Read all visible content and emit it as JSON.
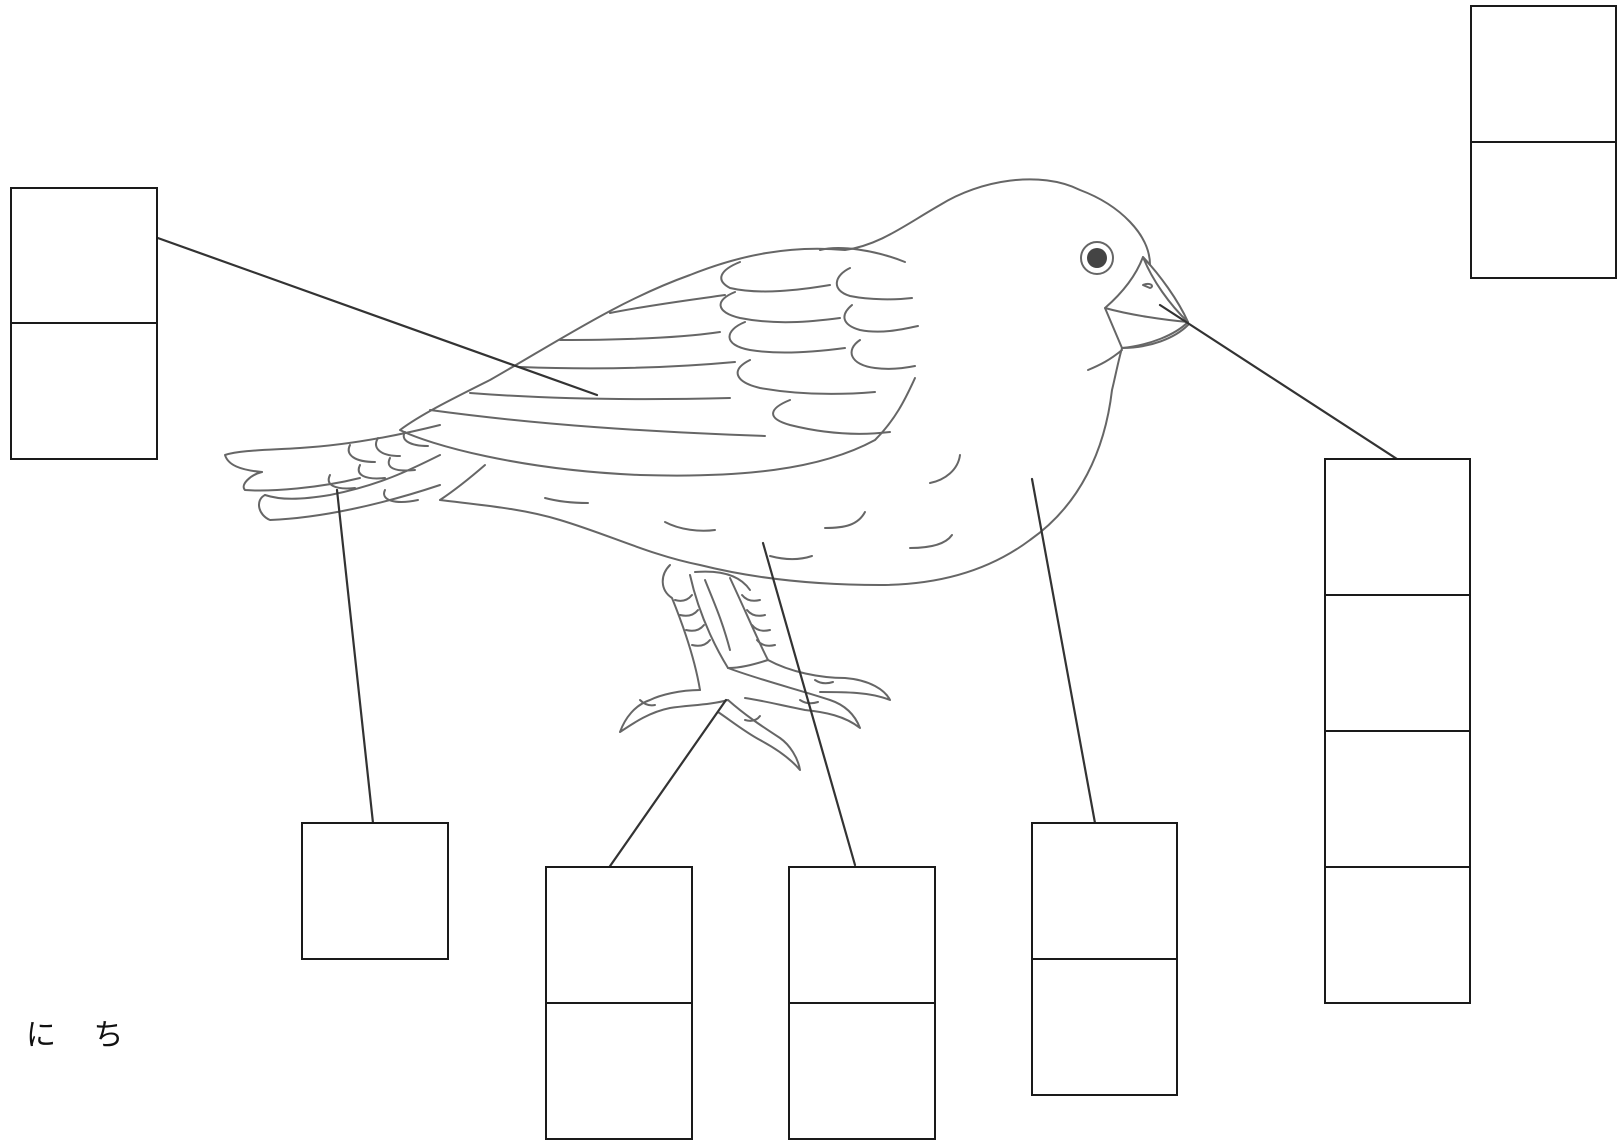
{
  "corner_label": "に ち",
  "answer_boxes": [
    {
      "part": "wing",
      "cells": 2
    },
    {
      "part": "beak",
      "cells": 4
    },
    {
      "part": "tail",
      "cells": 1
    },
    {
      "part": "foot",
      "cells": 2
    },
    {
      "part": "leg",
      "cells": 2
    },
    {
      "part": "body",
      "cells": 2
    },
    {
      "part": "spare",
      "cells": 2
    }
  ]
}
